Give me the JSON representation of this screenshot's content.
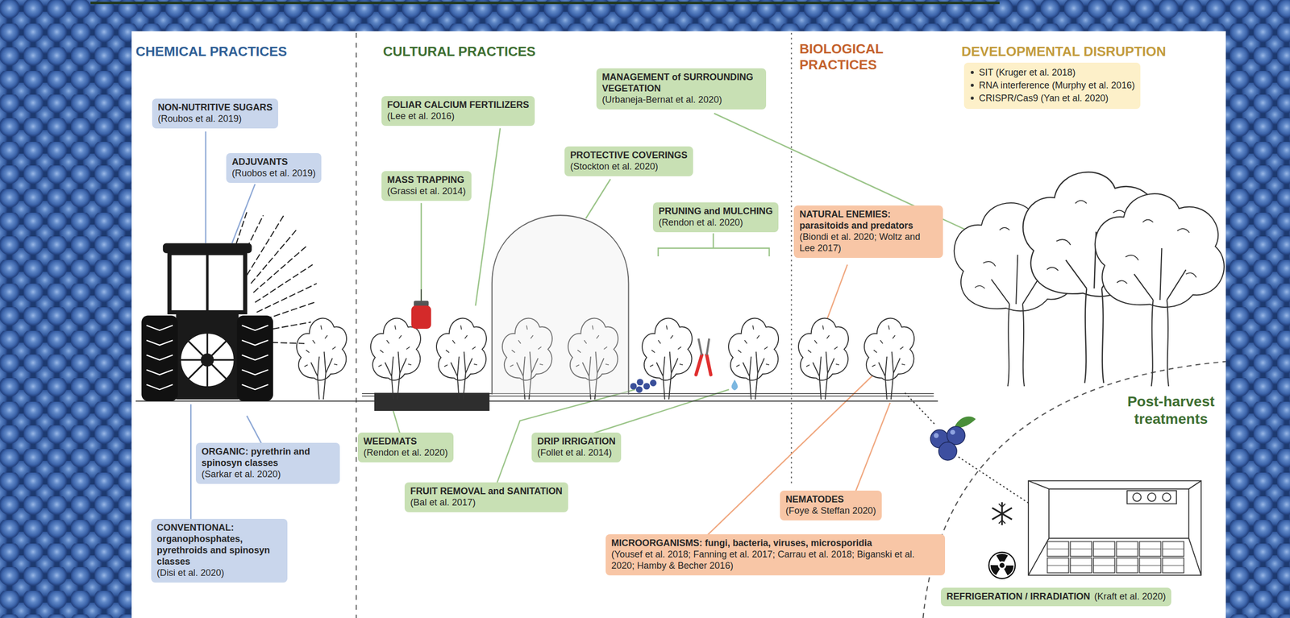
{
  "diagram": {
    "nodes": [
      {
        "text": [
          "NON-NUTRITIVE SUGARS",
          "(Roubos et al. 2019)"
        ]
      },
      {
        "text": [
          "ADJUVANTS",
          "(Ruobos et al. 2019)"
        ]
      },
      {
        "text": [
          "ORGANIC: pyrethrin and spinosyn classes",
          "(Sarkar et al. 2020)"
        ]
      },
      {
        "text": [
          "CONVENTIONAL: organophosphates, pyrethroids and spinosyn classes",
          "(Disi et al. 2020)"
        ]
      },
      {
        "text": [
          "FOLIAR CALCIUM FERTILIZERS",
          "(Lee et al. 2016)"
        ]
      },
      {
        "text": [
          "MASS TRAPPING",
          "(Grassi et al. 2014)"
        ]
      },
      {
        "text": [
          "PROTECTIVE COVERINGS",
          "(Stockton et al. 2020)"
        ]
      },
      {
        "text": [
          "MANAGEMENT of SURROUNDING VEGETATION",
          "(Urbaneja-Bernat et al. 2020)"
        ]
      },
      {
        "text": [
          "PRUNING and MULCHING",
          "(Rendon et al. 2020)"
        ]
      },
      {
        "text": [
          "WEEDMATS",
          "(Rendon et al. 2020)"
        ]
      },
      {
        "text": [
          "DRIP IRRIGATION",
          "(Follet et al. 2014)"
        ]
      },
      {
        "text": [
          "FRUIT REMOVAL and SANITATION",
          "(Bal et al. 2017)"
        ]
      },
      {
        "text": [
          "NATURAL ENEMIES: parasitoids and predators",
          "(Biondi et al. 2020; Woltz and Lee 2017)"
        ]
      },
      {
        "text": [
          "NEMATODES",
          "(Foye & Steffan 2020)"
        ]
      },
      {
        "text": [
          "MICROORGANISMS: fungi, bacteria, viruses, microsporidia",
          "(Yousef et al. 2018; Fanning et al. 2017; Carrau et al. 2018; Biganski et al. 2020; Hamby & Becher 2016)"
        ]
      },
      {
        "text": [
          "SIT (Kruger et al. 2018)",
          "RNA interference (Murphy et al. 2016)",
          "CRISPR/Cas9 (Yan et al. 2020)"
        ]
      },
      {
        "text": [
          "REFRIGERATION / IRRADIATION",
          "(Kraft et al. 2020)"
        ]
      }
    ],
    "labels": [
      "CHEMICAL PRACTICES",
      "CULTURAL PRACTICES",
      "BIOLOGICAL PRACTICES",
      "DEVELOPMENTAL DISRUPTION",
      "Post-harvest treatments"
    ]
  }
}
